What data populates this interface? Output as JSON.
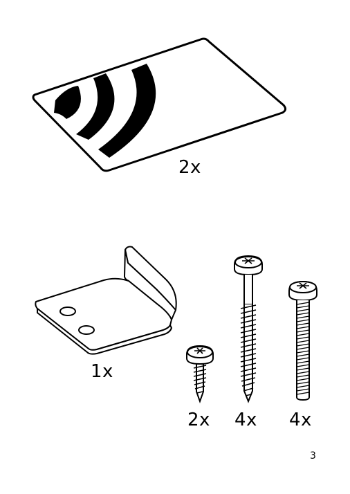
{
  "page": {
    "page_number": "3"
  },
  "parts": [
    {
      "icon": "rfid-card-icon",
      "quantity": "2x"
    },
    {
      "icon": "angle-bracket-icon",
      "quantity": "1x"
    },
    {
      "icon": "short-wood-screw-icon",
      "quantity": "2x"
    },
    {
      "icon": "long-wood-screw-icon",
      "quantity": "4x"
    },
    {
      "icon": "machine-screw-icon",
      "quantity": "4x"
    }
  ]
}
